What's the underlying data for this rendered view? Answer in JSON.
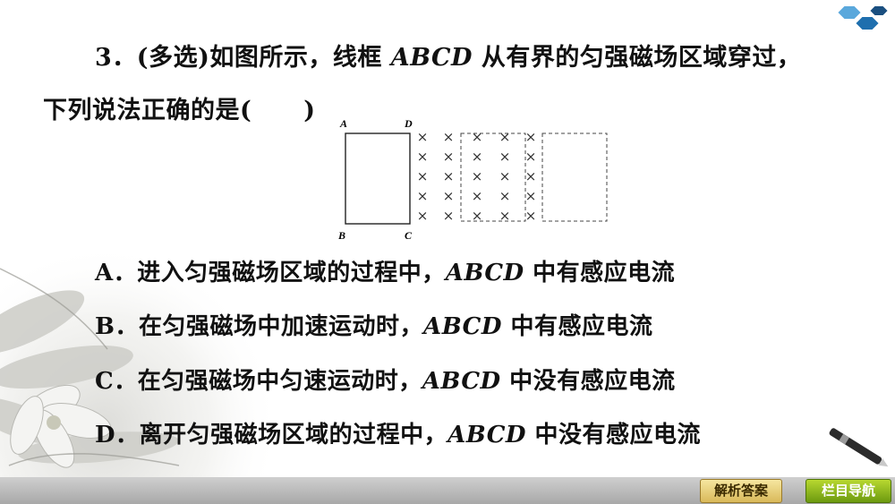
{
  "question": {
    "number": "3",
    "sep": "．",
    "type": "(多选)",
    "line1_a": "如图所示，线框 ",
    "frame_name": "ABCD",
    "line1_b": " 从有界的匀强磁场区域穿过，",
    "line2": "下列说法正确的是(",
    "line2_end": ")"
  },
  "figure": {
    "labels": {
      "a": "A",
      "b": "B",
      "c": "C",
      "d": "D"
    },
    "field_mark": "×"
  },
  "options": [
    {
      "letter": "A",
      "pre": "进入匀强磁场区域的过程中，",
      "name": "ABCD",
      "post": " 中有感应电流"
    },
    {
      "letter": "B",
      "pre": "在匀强磁场中加速运动时，",
      "name": "ABCD",
      "post": " 中有感应电流"
    },
    {
      "letter": "C",
      "pre": "在匀强磁场中匀速运动时，",
      "name": "ABCD",
      "post": " 中没有感应电流"
    },
    {
      "letter": "D",
      "pre": "离开匀强磁场区域的过程中，",
      "name": "ABCD",
      "post": " 中没有感应电流"
    }
  ],
  "option_sep": "．",
  "buttons": {
    "answer": "解析答案",
    "nav": "栏目导航"
  },
  "colors": {
    "nav_green": "#8ab81c",
    "answer_gold": "#e6c96e",
    "hex_blue": "#3a8fd0"
  }
}
